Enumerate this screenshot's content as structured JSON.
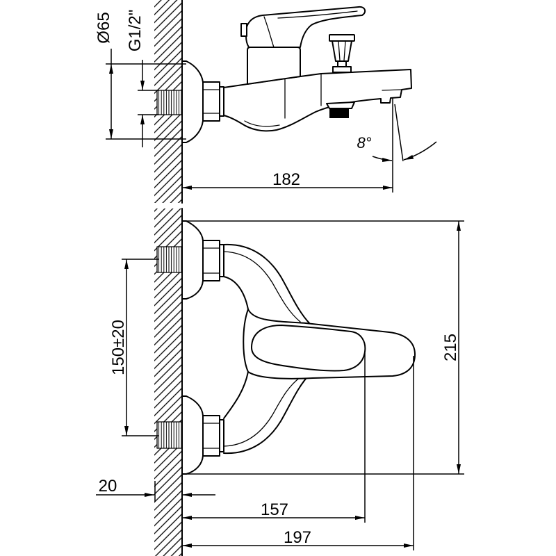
{
  "dimensions": {
    "escutcheon_diameter": "Ø65",
    "thread_size": "G1/2\"",
    "projection_depth": "182",
    "spout_angle": "8°",
    "inlet_spacing": "150±20",
    "body_height": "215",
    "wall_gap": "20",
    "handle_reach": "157",
    "overall_reach": "197"
  },
  "colors": {
    "line": "#000000",
    "background": "#ffffff"
  }
}
